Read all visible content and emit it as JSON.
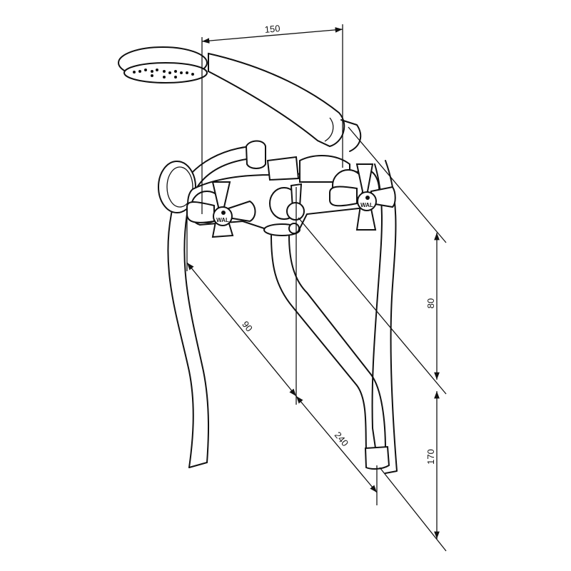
{
  "drawing": {
    "brand_logo": "WAL",
    "dimensions": {
      "handle_reach": "150",
      "spout_offset": "90",
      "spout_length": "240",
      "height_upper": "80",
      "height_lower": "170"
    },
    "line_color": "#111111",
    "background": "#ffffff"
  }
}
